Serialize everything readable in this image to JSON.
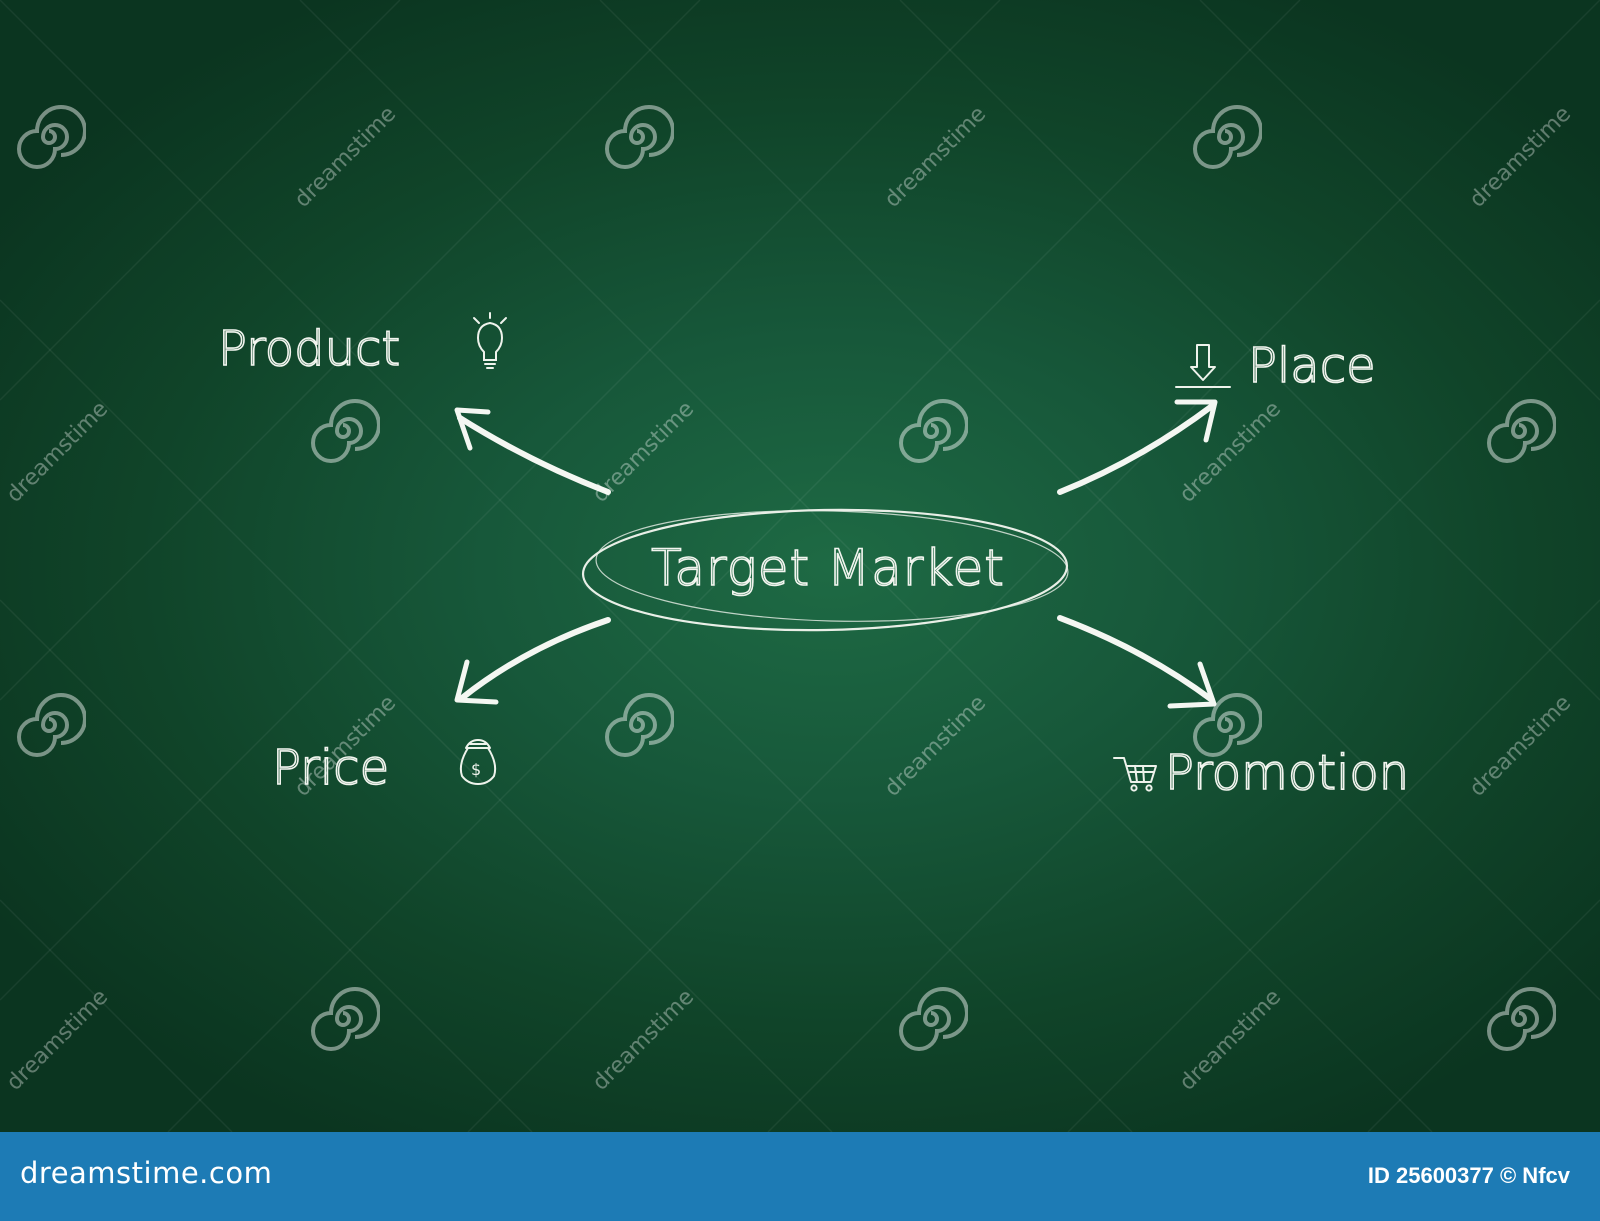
{
  "diagram": {
    "center_label": "Target Market",
    "branches": [
      {
        "label": "Product",
        "icon": "lightbulb-icon"
      },
      {
        "label": "Place",
        "icon": "download-arrow-icon"
      },
      {
        "label": "Price",
        "icon": "money-bag-icon"
      },
      {
        "label": "Promotion",
        "icon": "shopping-cart-icon"
      }
    ]
  },
  "watermark": {
    "text": "dreamstime",
    "icon": "spiral-icon"
  },
  "footer": {
    "brand": "dreamstime.com",
    "photo_id": "ID 25600377 © Nfcv"
  },
  "colors": {
    "board": "#17583a",
    "chalk": "#f2f5ef",
    "footer": "#1d7bb5"
  }
}
